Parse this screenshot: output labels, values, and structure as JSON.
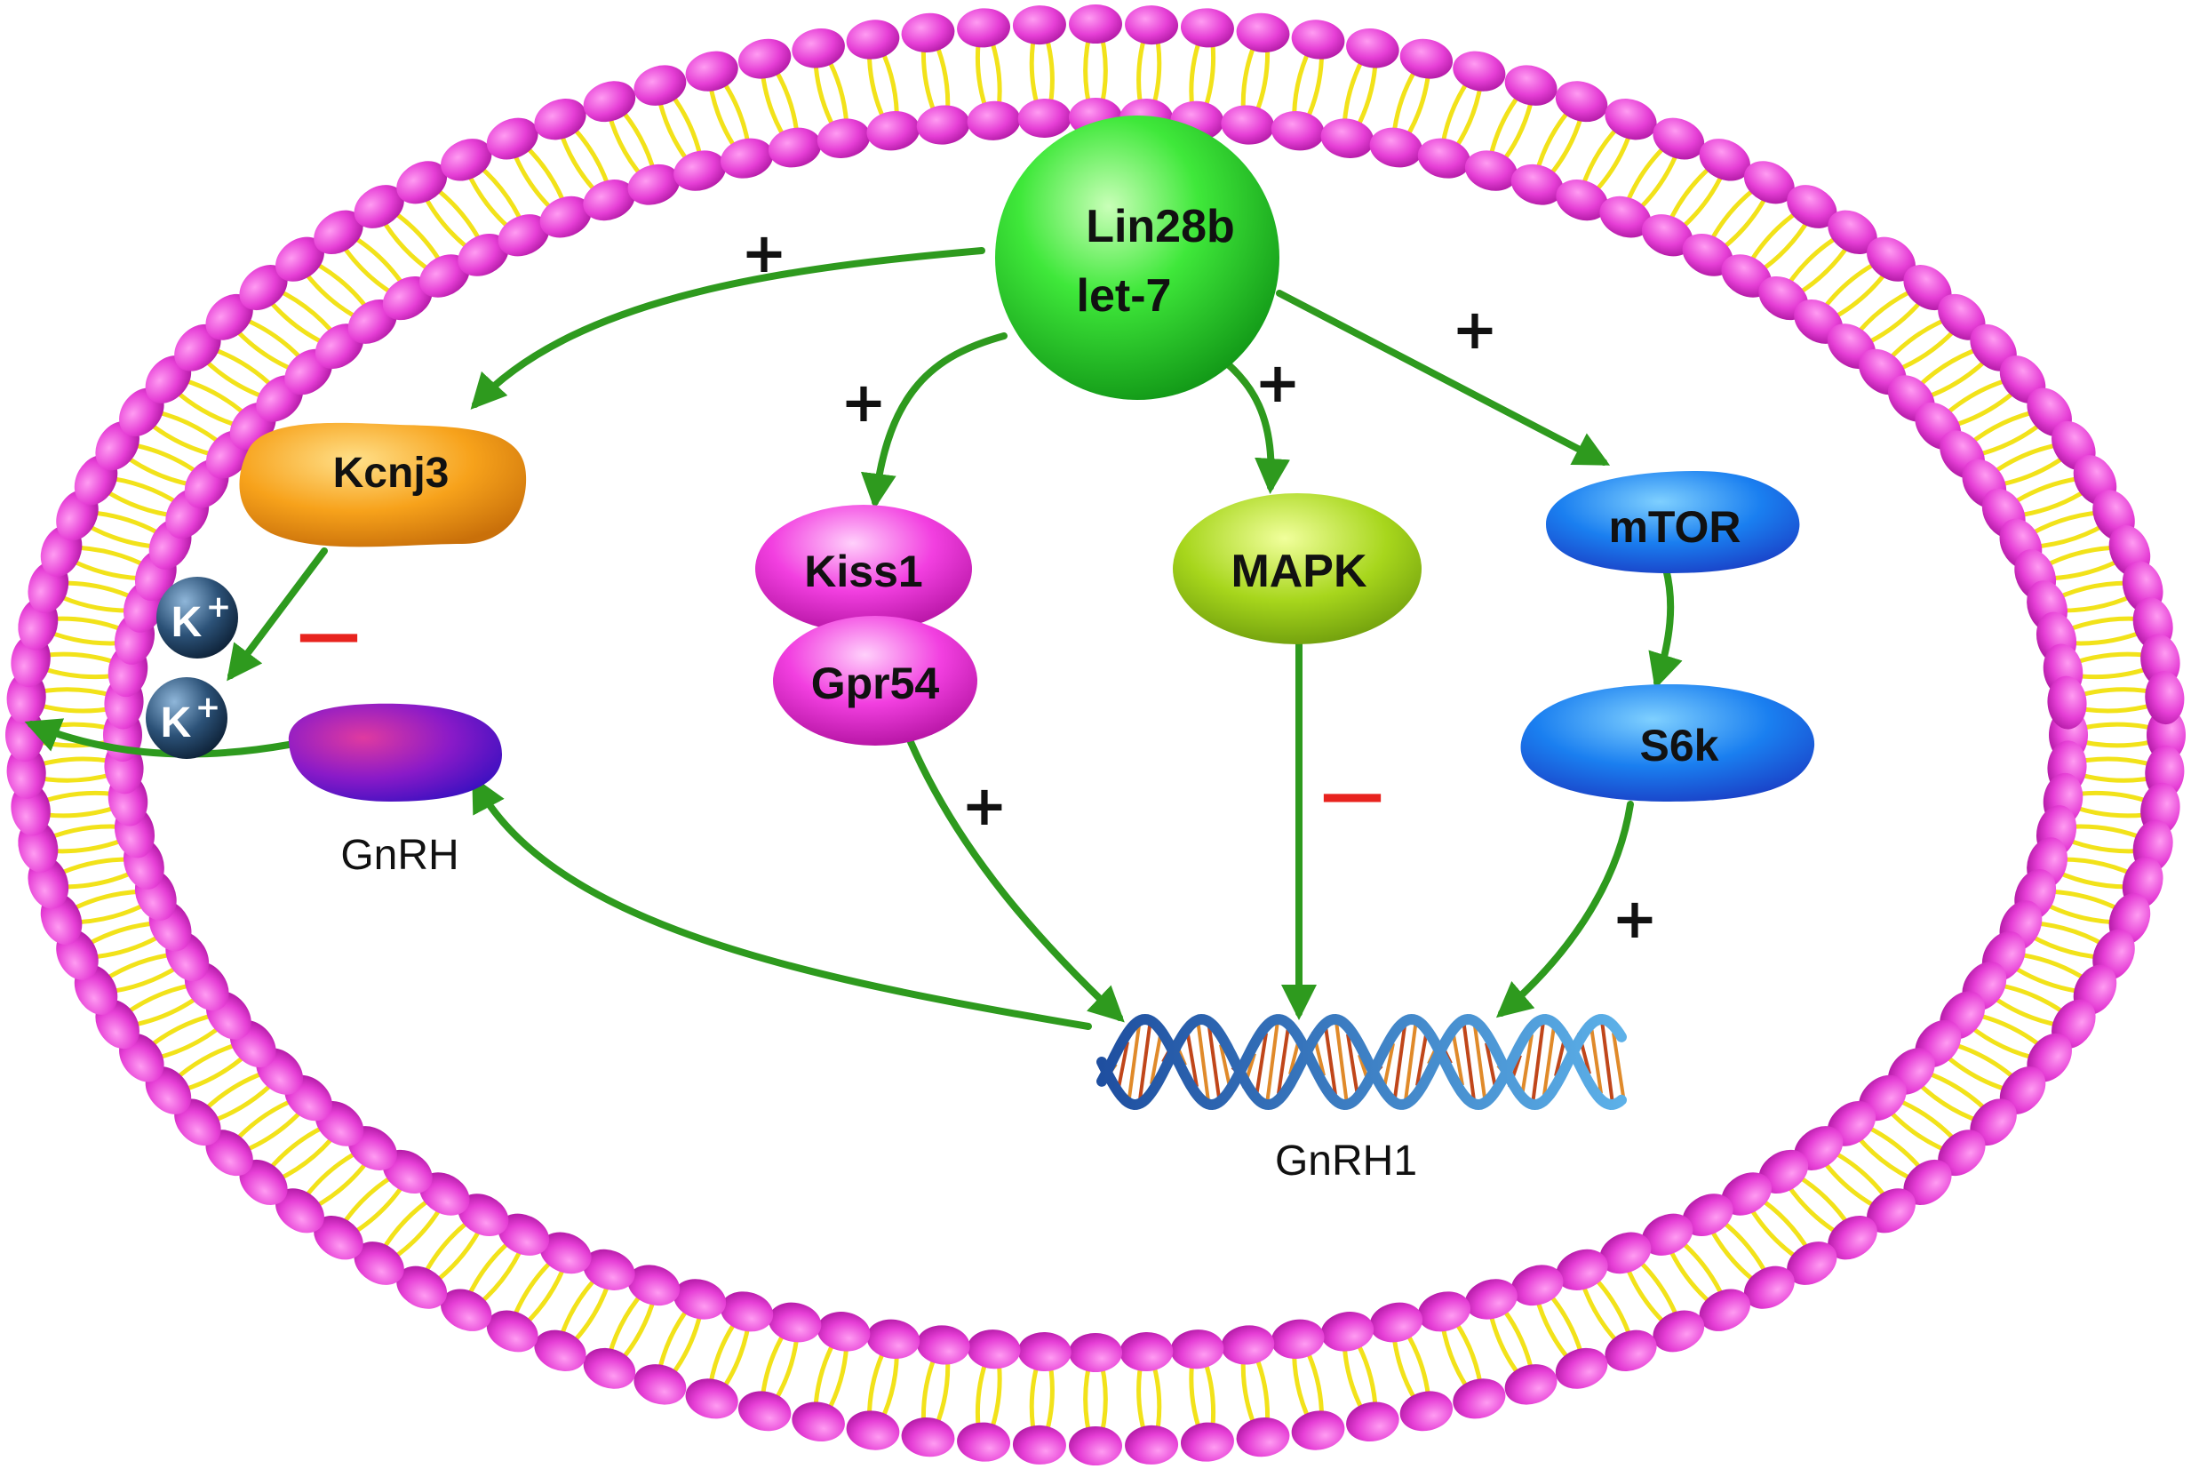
{
  "nodes": {
    "lin28b_line1": "Lin28b",
    "lin28b_line2": "let-7",
    "kcnj3": "Kcnj3",
    "kiss1": "Kiss1",
    "gpr54": "Gpr54",
    "mapk": "MAPK",
    "mtor": "mTOR",
    "s6k": "S6k",
    "gnrh": "GnRH",
    "gnrh1": "GnRH1",
    "ion_k": "K",
    "ion_charge": "+"
  },
  "signs": {
    "lin_to_kcnj3": "+",
    "lin_to_kiss1": "+",
    "lin_to_mapk": "+",
    "lin_to_mtor": "+",
    "gpr54_to_gnrh1": "+",
    "s6k_to_gnrh1": "+",
    "kcnj3_to_k": "—",
    "mapk_to_gnrh1": "—"
  },
  "colors": {
    "arrow": "#2e9a1e",
    "lipid_head": "#e63fd6",
    "lipid_tail": "#f2e21a",
    "inhibit": "#e8231e",
    "lin28b": "#2ee03a",
    "kcnj3": "#f7a21b",
    "kiss1_gpr54": "#f23fe0",
    "mapk": "#a7d61c",
    "mtor_s6k": "#1a6ff0",
    "gnrh": "#7a17c9",
    "ion": "#1c3a5a"
  }
}
